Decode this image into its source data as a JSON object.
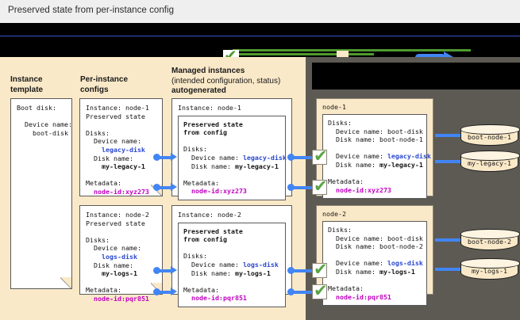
{
  "title": "Preserved state from per-instance config",
  "legend": {
    "redacted": true,
    "items": [
      {
        "icon": "green-check-icon",
        "line_color": "#4e9a2f",
        "label": ""
      },
      {
        "icon": "tan-square-icon",
        "line_color": "#6e6b5f",
        "label": ""
      },
      {
        "icon": "blue-arrow-icon",
        "line_color": "#4285f4",
        "label": ""
      }
    ]
  },
  "panels": {
    "left": {
      "background": "#fae9c8"
    },
    "right": {
      "background": "#5d5a53",
      "header_redacted": true
    }
  },
  "columns": {
    "template": {
      "line1": "Instance",
      "line2": "template"
    },
    "configs": {
      "line1": "Per-instance",
      "line2": "configs"
    },
    "managed": {
      "line1": "Managed instances",
      "line2": "(intended configuration, status)",
      "line3": "autogenerated"
    }
  },
  "instance_template": {
    "title": "Boot disk:",
    "device_label": "Device name:",
    "device_value": "boot-disk"
  },
  "per_instance_configs": [
    {
      "instance_line": "Instance: node-1",
      "preserved_line": "Preserved state",
      "disks_label": "Disks:",
      "device_name_label": "Device name:",
      "device_name_value": "legacy-disk",
      "disk_name_label": "Disk name:",
      "disk_name_value": "my-legacy-1",
      "metadata_label": "Metadata:",
      "metadata_value": "node-id:xyz273"
    },
    {
      "instance_line": "Instance: node-2",
      "preserved_line": "Preserved state",
      "disks_label": "Disks:",
      "device_name_label": "Device name:",
      "device_name_value": "logs-disk",
      "disk_name_label": "Disk name:",
      "disk_name_value": "my-logs-1",
      "metadata_label": "Metadata:",
      "metadata_value": "node-id:pqr851"
    }
  ],
  "managed_instances": [
    {
      "instance_line": "Instance: node-1",
      "preserved_title_1": "Preserved state",
      "preserved_title_2": "from config",
      "disks_label": "Disks:",
      "device_name_label": "Device name: ",
      "device_name_value": "legacy-disk",
      "disk_name_label": "Disk name: ",
      "disk_name_value": "my-legacy-1",
      "metadata_label": "Metadata:",
      "metadata_value": "node-id:xyz273"
    },
    {
      "instance_line": "Instance: node-2",
      "preserved_title_1": "Preserved state",
      "preserved_title_2": "from config",
      "disks_label": "Disks:",
      "device_name_label": "Device name: ",
      "device_name_value": "logs-disk",
      "disk_name_label": "Disk name: ",
      "disk_name_value": "my-logs-1",
      "metadata_label": "Metadata:",
      "metadata_value": "node-id:pqr851"
    }
  ],
  "nodes": [
    {
      "name": "node-1",
      "disks_label": "Disks:",
      "boot_device_label": "Device name: ",
      "boot_device_value": "boot-disk",
      "boot_disk_label": "Disk name: ",
      "boot_disk_value": "boot-node-1",
      "extra_device_label": "Device name: ",
      "extra_device_value": "legacy-disk",
      "extra_disk_label": "Disk name: ",
      "extra_disk_value": "my-legacy-1",
      "metadata_label": "Metadata:",
      "metadata_value": "node-id:xyz273",
      "disks": [
        {
          "label": "boot-node-1"
        },
        {
          "label": "my-legacy-1"
        }
      ]
    },
    {
      "name": "node-2",
      "disks_label": "Disks:",
      "boot_device_label": "Device name: ",
      "boot_device_value": "boot-disk",
      "boot_disk_label": "Disk name: ",
      "boot_disk_value": "boot-node-2",
      "extra_device_label": "Device name: ",
      "extra_device_value": "logs-disk",
      "extra_disk_label": "Disk name: ",
      "extra_disk_value": "my-logs-1",
      "metadata_label": "Metadata:",
      "metadata_value": "node-id:pqr851",
      "disks": [
        {
          "label": "boot-node-2"
        },
        {
          "label": "my-logs-1"
        }
      ]
    }
  ],
  "icons": {
    "check": "✔"
  },
  "colors": {
    "panel_cream": "#fae9c8",
    "panel_gray": "#5d5a53",
    "accent_blue": "#4285f4",
    "value_blue": "#2a48d0",
    "value_purple": "#c000c0",
    "check_green": "#5aa544"
  }
}
